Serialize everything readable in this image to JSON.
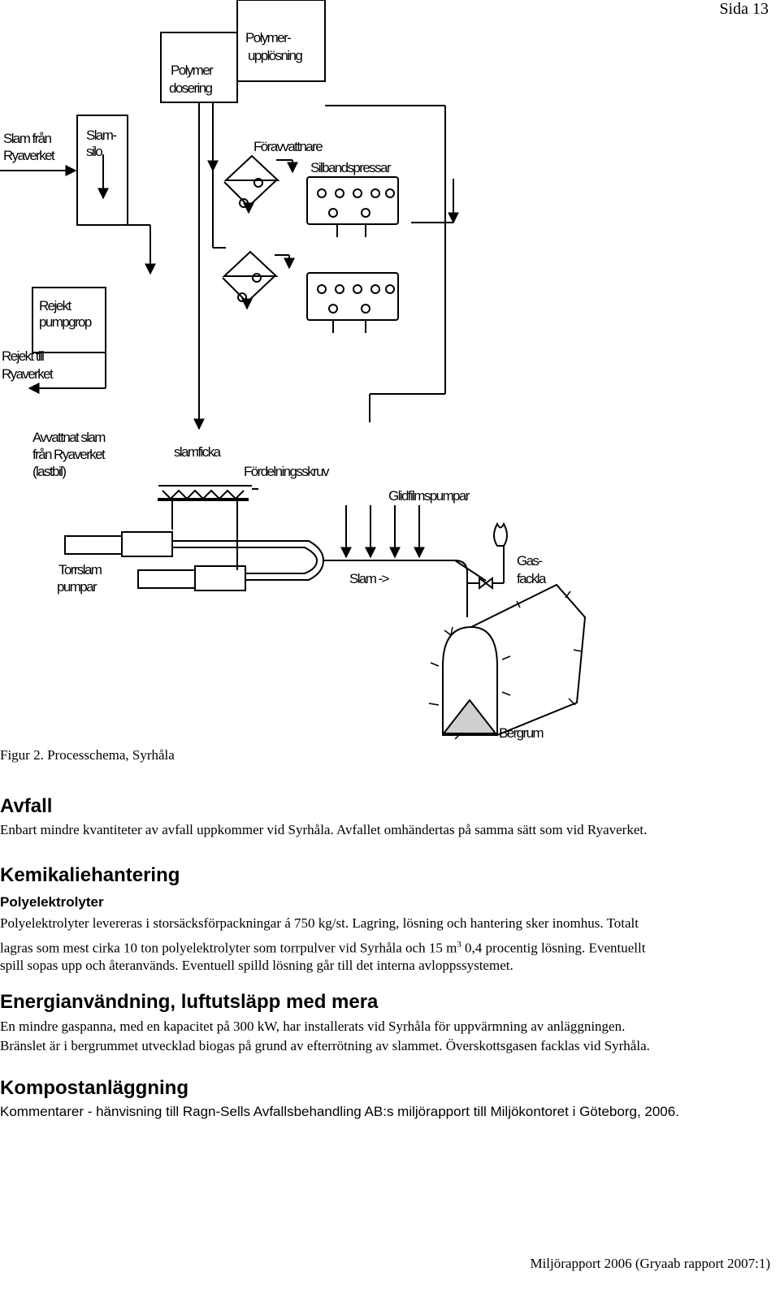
{
  "page_number": "Sida 13",
  "diagram": {
    "labels": {
      "polymerupplosning_1": "Polymer-",
      "polymerupplosning_2": "upplösning",
      "polymerdosering_1": "Polymer",
      "polymerdosering_2": "dosering",
      "slam_fran_1": "Slam från",
      "slam_fran_2": "Ryaverket",
      "slamsilo_1": "Slam-",
      "slamsilo_2": "silo",
      "foravvattnare": "Föravvattnare",
      "silbandspressar": "Silbandspressar",
      "rejekt_pumpgrop_1": "Rejekt",
      "rejekt_pumpgrop_2": "pumpgrop",
      "rejekt_till_1": "Rejekt till",
      "rejekt_till_2": "Ryaverket",
      "avvattnat_1": "Avvattnat slam",
      "avvattnat_2": "från Ryaverket",
      "avvattnat_3": "(lastbil)",
      "slamficka": "slamficka",
      "fordelningsskruv": "Fördelningsskruv",
      "glidfilmspumpar": "Glidfilmspumpar",
      "torrslampumpar_1": "Torrslam",
      "torrslampumpar_2": "pumpar",
      "slam_arrow": "Slam ->",
      "gasfackla_1": "Gas-",
      "gasfackla_2": "fackla",
      "bergrum": "Bergrum"
    }
  },
  "caption": "Figur 2. Processchema, Syrhåla",
  "sections": {
    "avfall": {
      "heading": "Avfall",
      "text": "Enbart mindre kvantiteter av avfall uppkommer vid Syrhåla. Avfallet omhändertas på samma sätt som vid Ryaverket."
    },
    "kemikalie": {
      "heading": "Kemikaliehantering",
      "subheading": "Polyelektrolyter",
      "line1": "Polyelektrolyter levereras i storsäcksförpackningar á 750 kg/st. Lagring, lösning och hantering sker inomhus. Totalt",
      "line2_a": "lagras som mest cirka 10 ton polyelektrolyter som torrpulver vid Syrhåla och 15 m",
      "line2_sup": "3",
      "line2_b": " 0,4 procentig lösning. Eventuellt",
      "line3": "spill sopas upp och återanvänds. Eventuell spilld lösning går till det interna avloppssystemet."
    },
    "energi": {
      "heading": "Energianvändning, luftutsläpp med mera",
      "line1": "En mindre gaspanna, med en kapacitet på 300 kW, har installerats vid Syrhåla för uppvärmning av anläggningen.",
      "line2": "Bränslet är i bergrummet utvecklad biogas på grund av efterrötning av slammet. Överskottsgasen facklas vid Syrhåla."
    },
    "kompost": {
      "heading": "Kompostanläggning",
      "text": "Kommentarer - hänvisning till Ragn-Sells Avfallsbehandling AB:s miljörapport till Miljökontoret i Göteborg, 2006."
    }
  },
  "footer": "Miljörapport 2006 (Gryaab rapport 2007:1)"
}
